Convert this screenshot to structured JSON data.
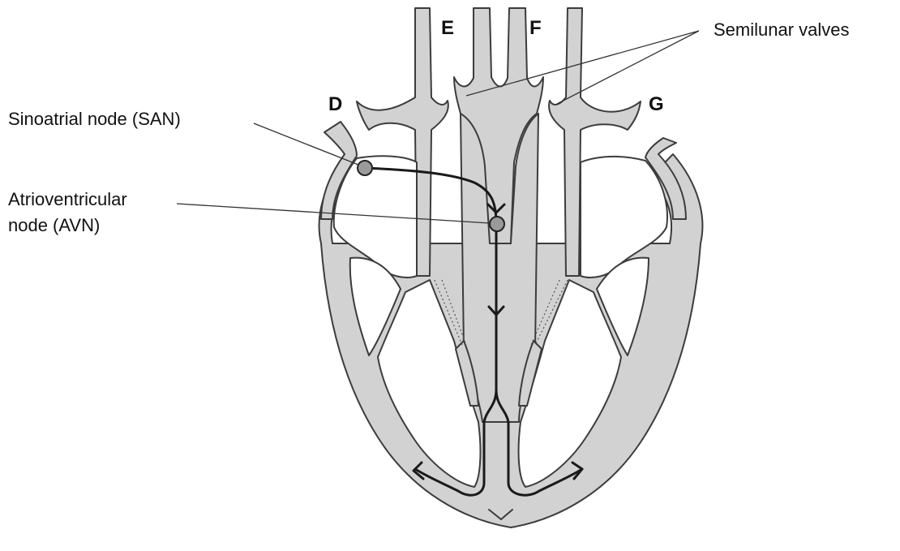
{
  "labels": {
    "vessel_e": "E",
    "vessel_f": "F",
    "vessel_d": "D",
    "vessel_g": "G",
    "semilunar": "Semilunar valves",
    "san": "Sinoatrial node (SAN)",
    "avn_line1": "Atrioventricular",
    "avn_line2": "node (AVN)"
  }
}
